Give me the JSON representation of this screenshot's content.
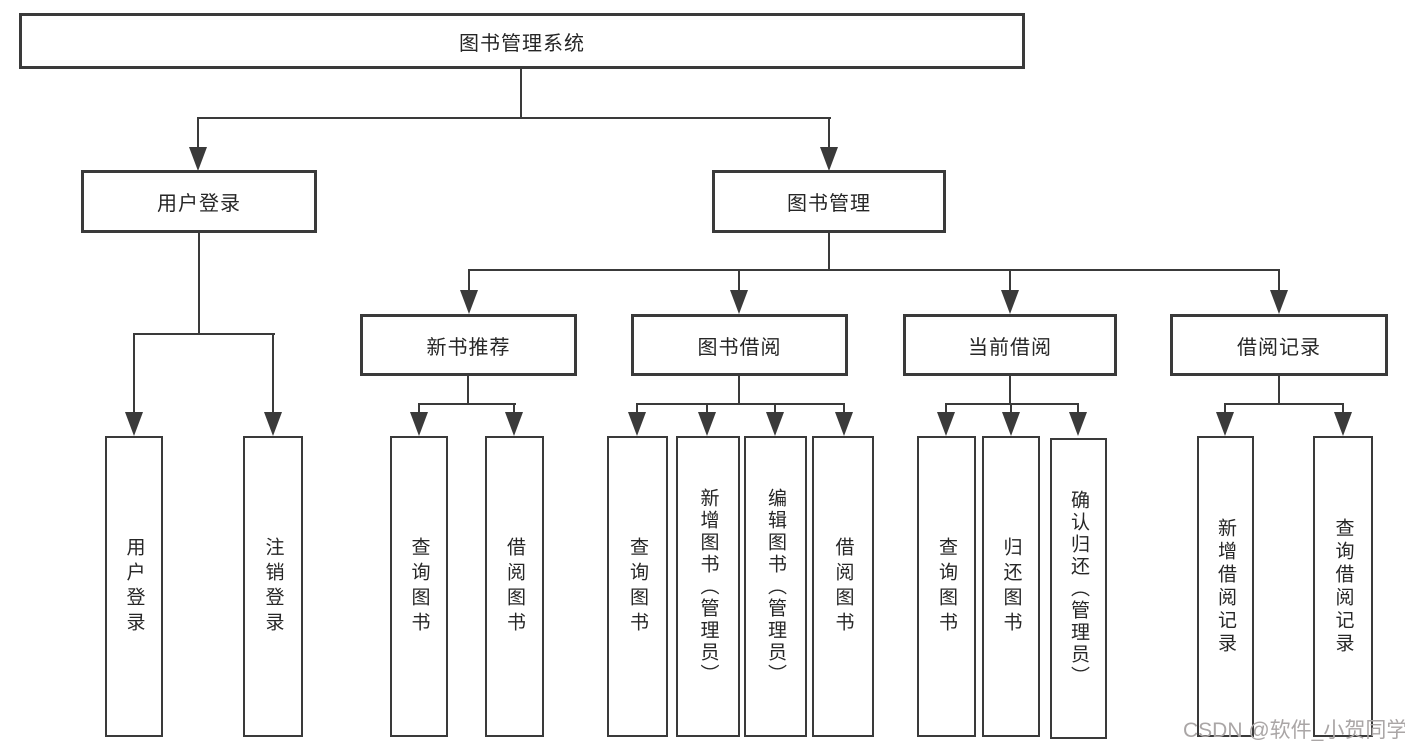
{
  "diagram": {
    "type": "tree",
    "root": {
      "label": "图书管理系统"
    },
    "level2": {
      "user_login": {
        "label": "用户登录"
      },
      "book_management": {
        "label": "图书管理"
      }
    },
    "level3": {
      "new_book": {
        "label": "新书推荐"
      },
      "book_borrow": {
        "label": "图书借阅"
      },
      "current_borrow": {
        "label": "当前借阅"
      },
      "borrow_records": {
        "label": "借阅记录"
      }
    },
    "leaves": {
      "user_login": [
        "用户登录",
        "注销登录"
      ],
      "new_book": [
        "查询图书",
        "借阅图书"
      ],
      "book_borrow": [
        "查询图书",
        "新增图书（管理员）",
        "编辑图书（管理员）",
        "借阅图书"
      ],
      "current_borrow": [
        "查询图书",
        "归还图书",
        "确认归还（管理员）"
      ],
      "borrow_records": [
        "新增借阅记录",
        "查询借阅记录"
      ]
    },
    "edges": [
      [
        "图书管理系统",
        "用户登录"
      ],
      [
        "图书管理系统",
        "图书管理"
      ],
      [
        "用户登录",
        "用户登录"
      ],
      [
        "用户登录",
        "注销登录"
      ],
      [
        "图书管理",
        "新书推荐"
      ],
      [
        "图书管理",
        "图书借阅"
      ],
      [
        "图书管理",
        "当前借阅"
      ],
      [
        "图书管理",
        "借阅记录"
      ],
      [
        "新书推荐",
        "查询图书"
      ],
      [
        "新书推荐",
        "借阅图书"
      ],
      [
        "图书借阅",
        "查询图书"
      ],
      [
        "图书借阅",
        "新增图书（管理员）"
      ],
      [
        "图书借阅",
        "编辑图书（管理员）"
      ],
      [
        "图书借阅",
        "借阅图书"
      ],
      [
        "当前借阅",
        "查询图书"
      ],
      [
        "当前借阅",
        "归还图书"
      ],
      [
        "当前借阅",
        "确认归还（管理员）"
      ],
      [
        "借阅记录",
        "新增借阅记录"
      ],
      [
        "借阅记录",
        "查询借阅记录"
      ]
    ],
    "colors": {
      "line": "#3a3a3a",
      "text": "#262626",
      "background": "#ffffff"
    }
  },
  "watermark": {
    "text": "CSDN @软件_小贺同学",
    "color": "#aaa6a6"
  }
}
